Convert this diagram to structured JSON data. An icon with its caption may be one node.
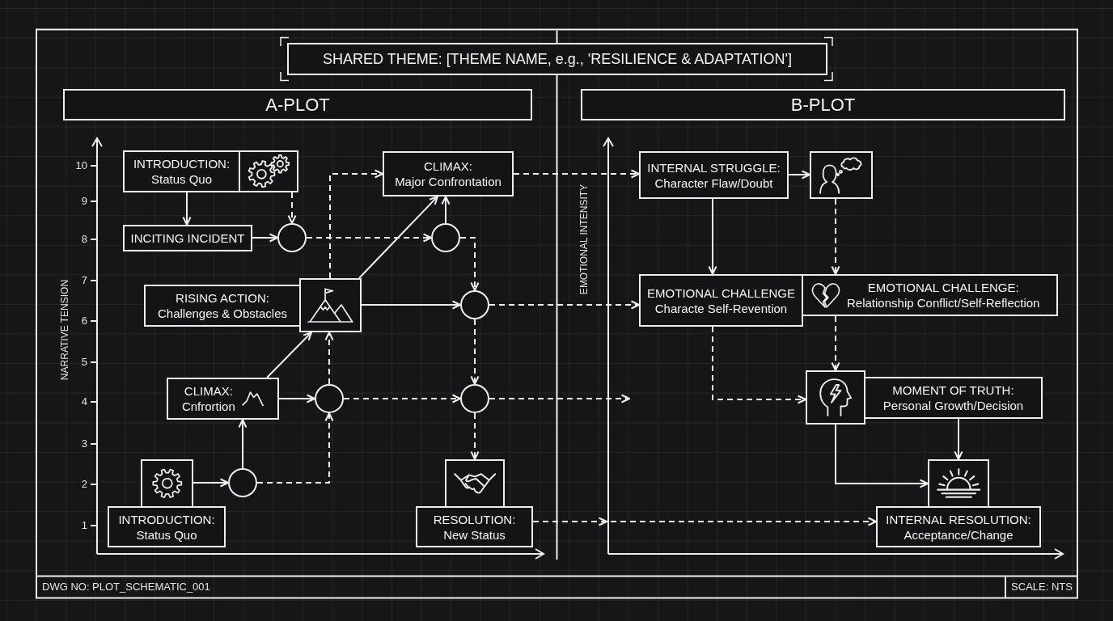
{
  "diagram": {
    "nodes": [
      {
        "text": [
          "SHARED THEME: [THEME NAME, e.g., 'RESILIENCE & ADAPTATION']"
        ]
      },
      {
        "text": [
          "A-PLOT"
        ]
      },
      {
        "text": [
          "B-PLOT"
        ]
      },
      {
        "text": [
          "INTRODUCTION:",
          "Status Quo"
        ]
      },
      {
        "text": [],
        "shape": "picture"
      },
      {
        "text": [
          "INCITING INCIDENT"
        ]
      },
      {
        "text": [],
        "shape": "circle"
      },
      {
        "text": [
          "CLIMAX:",
          "Major Confrontation"
        ]
      },
      {
        "text": [],
        "shape": "circle"
      },
      {
        "text": [
          "RISING ACTION:",
          "Challenges & Obstacles"
        ]
      },
      {
        "text": [],
        "shape": "picture"
      },
      {
        "text": [],
        "shape": "circle"
      },
      {
        "text": [
          "CLIMAX:",
          "Cnfrortion"
        ]
      },
      {
        "text": [],
        "shape": "circle"
      },
      {
        "text": [],
        "shape": "circle"
      },
      {
        "text": [],
        "shape": "picture"
      },
      {
        "text": [
          "INTRODUCTION:",
          "Status Quo"
        ]
      },
      {
        "text": [],
        "shape": "circle"
      },
      {
        "text": [],
        "shape": "picture"
      },
      {
        "text": [
          "RESOLUTION:",
          "New Status"
        ]
      },
      {
        "text": [
          "INTERNAL STRUGGLE:",
          "Character Flaw/Doubt"
        ]
      },
      {
        "text": [],
        "shape": "picture"
      },
      {
        "text": [
          "EMOTIONAL CHALLENGE",
          "Characte Self-Revention"
        ]
      },
      {
        "text": [
          "EMOTIONAL CHALLENGE:",
          "Relationship Conflict/Self-Reflection"
        ]
      },
      {
        "text": [],
        "shape": "picture"
      },
      {
        "text": [
          "MOMENT OF TRUTH:",
          "Personal Growth/Decision"
        ]
      },
      {
        "text": [],
        "shape": "picture"
      },
      {
        "text": [
          "INTERNAL RESOLUTION:",
          "Acceptance/Change"
        ]
      }
    ],
    "edges": [
      {
        "from": 3,
        "to": 5,
        "arrow": "to"
      },
      {
        "from": 4,
        "to": 6,
        "arrow": "to",
        "style": "dashed"
      },
      {
        "from": 5,
        "to": 6,
        "arrow": "to"
      },
      {
        "from": 6,
        "to": 8,
        "arrow": "to",
        "style": "dashed"
      },
      {
        "from": 8,
        "to": 7,
        "arrow": "to"
      },
      {
        "from": 8,
        "to": 11,
        "arrow": "to",
        "style": "dashed"
      },
      {
        "from": 7,
        "to": 20,
        "arrow": "to",
        "style": "dashed"
      },
      {
        "from": 10,
        "to": 7,
        "arrow": "to"
      },
      {
        "from": 10,
        "to": 7,
        "arrow": "to",
        "style": "dashed"
      },
      {
        "from": 10,
        "to": 11,
        "arrow": "to"
      },
      {
        "from": 11,
        "to": 22,
        "arrow": "to",
        "style": "dashed"
      },
      {
        "from": 11,
        "to": 14,
        "arrow": "to",
        "style": "dashed"
      },
      {
        "from": 12,
        "to": 10,
        "arrow": "to"
      },
      {
        "from": 12,
        "to": 13,
        "arrow": "to"
      },
      {
        "from": 13,
        "to": 10,
        "arrow": "to",
        "style": "dashed"
      },
      {
        "from": 13,
        "to": 14,
        "arrow": "to",
        "style": "dashed"
      },
      {
        "from": 14,
        "to": 18,
        "arrow": "to",
        "style": "dashed"
      },
      {
        "from": 14,
        "to": null,
        "arrow": "to",
        "style": "dashed"
      },
      {
        "from": 15,
        "to": 17,
        "arrow": "to"
      },
      {
        "from": 17,
        "to": 12,
        "arrow": "to"
      },
      {
        "from": 17,
        "to": 13,
        "arrow": "to",
        "style": "dashed"
      },
      {
        "from": 19,
        "to": 27,
        "arrow": "to",
        "style": "dashed"
      },
      {
        "from": 20,
        "to": 21,
        "arrow": "to"
      },
      {
        "from": 20,
        "to": 22,
        "arrow": "to"
      },
      {
        "from": 21,
        "to": 23,
        "arrow": "to",
        "style": "dashed"
      },
      {
        "from": 22,
        "to": 24,
        "arrow": "to",
        "style": "dashed"
      },
      {
        "from": 23,
        "to": 24,
        "arrow": "to",
        "style": "dashed"
      },
      {
        "from": 25,
        "to": 26,
        "arrow": "to"
      },
      {
        "from": 24,
        "to": 26,
        "arrow": "to"
      }
    ],
    "labels": [
      "10",
      "9",
      "8",
      "7",
      "6",
      "5",
      "4",
      "3",
      "2",
      "1",
      "NARRATIVE TENSION",
      "EMOTIONAL INTENSITY",
      "DWG NO: PLOT_SCHEMATIC_001",
      "SCALE: NTS"
    ]
  }
}
